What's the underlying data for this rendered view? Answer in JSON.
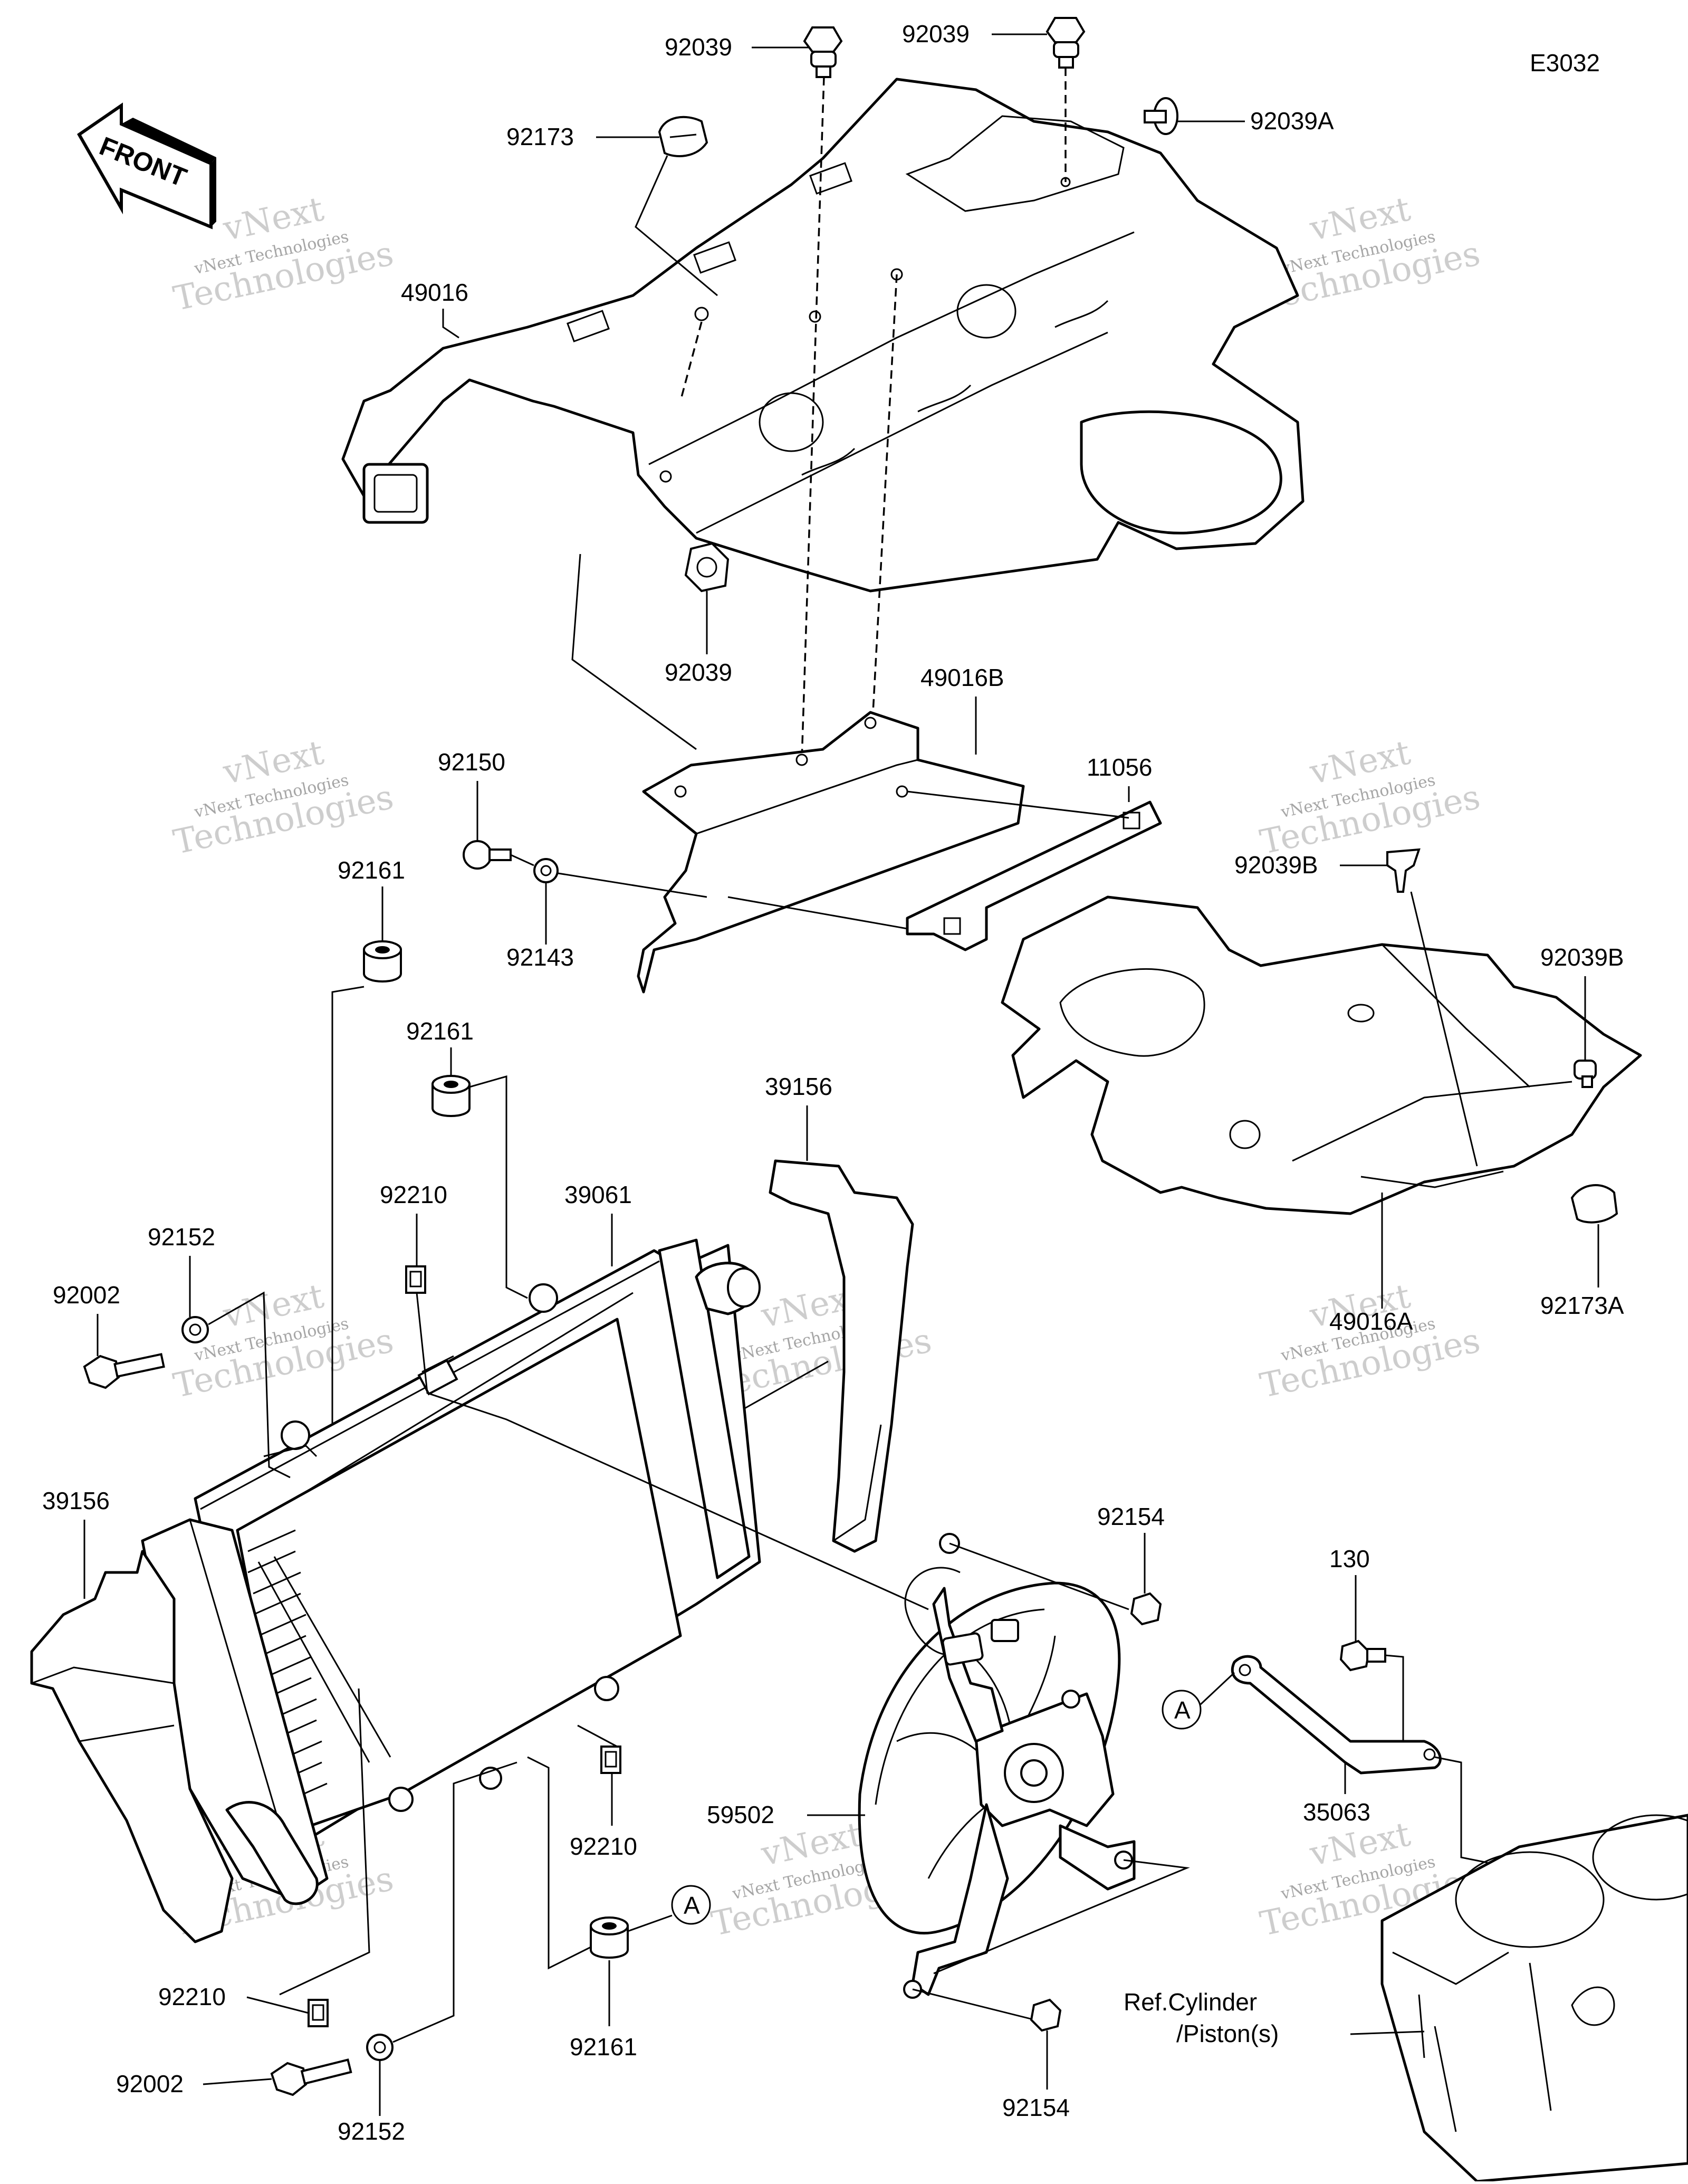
{
  "diagram": {
    "code": "E3032",
    "front_label": "FRONT",
    "watermark_title": "vNext",
    "watermark_sub": "vNext Technologies",
    "watermark_big": "Technologies",
    "callout_letter": "A",
    "ref_line1": "Ref.Cylinder",
    "ref_line2": "/Piston(s)",
    "parts": [
      {
        "id": "92039_top_a",
        "num": "92039"
      },
      {
        "id": "92039_top_b",
        "num": "92039"
      },
      {
        "id": "92039A",
        "num": "92039A"
      },
      {
        "id": "92173",
        "num": "92173"
      },
      {
        "id": "49016",
        "num": "49016"
      },
      {
        "id": "92039_mid",
        "num": "92039"
      },
      {
        "id": "49016B",
        "num": "49016B"
      },
      {
        "id": "11056",
        "num": "11056"
      },
      {
        "id": "92150",
        "num": "92150"
      },
      {
        "id": "92143",
        "num": "92143"
      },
      {
        "id": "92161_a",
        "num": "92161"
      },
      {
        "id": "92161_b",
        "num": "92161"
      },
      {
        "id": "92039B_a",
        "num": "92039B"
      },
      {
        "id": "92039B_b",
        "num": "92039B"
      },
      {
        "id": "39156_r",
        "num": "39156"
      },
      {
        "id": "92210_a",
        "num": "92210"
      },
      {
        "id": "39061",
        "num": "39061"
      },
      {
        "id": "92152_a",
        "num": "92152"
      },
      {
        "id": "92002_a",
        "num": "92002"
      },
      {
        "id": "49016A",
        "num": "49016A"
      },
      {
        "id": "92173A",
        "num": "92173A"
      },
      {
        "id": "39156_l",
        "num": "39156"
      },
      {
        "id": "92154_a",
        "num": "92154"
      },
      {
        "id": "130",
        "num": "130"
      },
      {
        "id": "35063",
        "num": "35063"
      },
      {
        "id": "59502",
        "num": "59502"
      },
      {
        "id": "92210_b",
        "num": "92210"
      },
      {
        "id": "92210_c",
        "num": "92210"
      },
      {
        "id": "92161_c",
        "num": "92161"
      },
      {
        "id": "92002_b",
        "num": "92002"
      },
      {
        "id": "92152_b",
        "num": "92152"
      },
      {
        "id": "92154_b",
        "num": "92154"
      }
    ]
  }
}
